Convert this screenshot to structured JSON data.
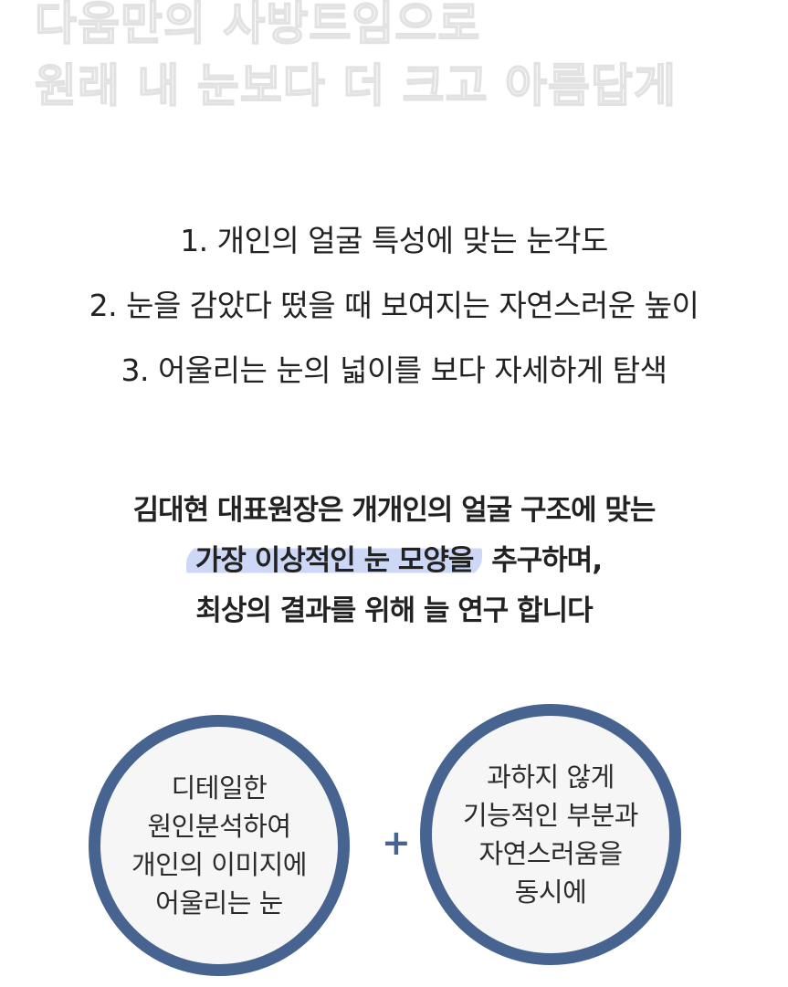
{
  "headline": {
    "lines": [
      "다움만의 사방트임으로",
      "원래 내 눈보다 더 크고 아름답게"
    ]
  },
  "features": [
    "1. 개인의 얼굴 특성에 맞는 눈각도",
    "2. 눈을 감았다 떴을 때 보여지는 자연스러운 높이",
    "3. 어울리는 눈의 넓이를 보다 자세하게 탐색"
  ],
  "statement": {
    "line1": "김대현 대표원장은 개개인의 얼굴 구조에 맞는",
    "line2_highlight": "가장 이상적인 눈 모양을",
    "line2_rest": " 추구하며,",
    "line3": "최상의 결과를 위해 늘 연구 합니다"
  },
  "circles": {
    "left": [
      "디테일한",
      "원인분석하여",
      "개인의 이미지에",
      "어울리는 눈"
    ],
    "right": [
      "과하지 않게",
      "기능적인 부분과",
      "자연스러움을",
      "동시에"
    ]
  },
  "plus": "+",
  "colors": {
    "circle_border": "#46648f",
    "circle_fill": "#f6f6f6",
    "highlight": "#cdd8f7",
    "text": "#222222"
  }
}
